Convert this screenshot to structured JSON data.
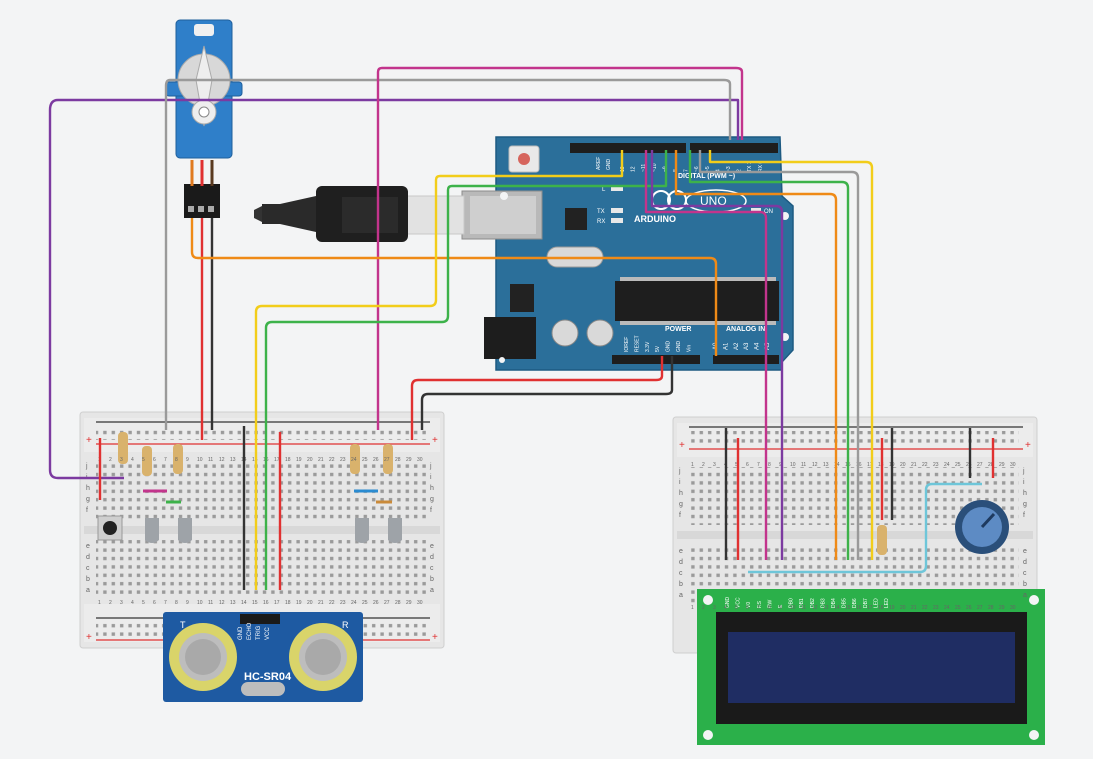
{
  "arduino": {
    "brand": "ARDUINO",
    "model": "UNO",
    "digital_header": "DIGITAL (PWM ~)",
    "power_header": "POWER",
    "analog_header": "ANALOG IN",
    "on_label": "ON",
    "led_l": "L",
    "led_tx": "TX",
    "led_rx": "RX",
    "aref": "AREF",
    "gnd": "GND",
    "digital_pins": [
      "13",
      "12",
      "~11",
      "~10",
      "~9",
      "8",
      "7",
      "~6",
      "~5",
      "4",
      "~3",
      "2",
      "TX 1",
      "RX 0"
    ],
    "power_pins": [
      "IOREF",
      "RESET",
      "3.3V",
      "5V",
      "GND",
      "GND",
      "Vin"
    ],
    "analog_pins": [
      "A0",
      "A1",
      "A2",
      "A3",
      "A4",
      "A5"
    ]
  },
  "sensor": {
    "model": "HC-SR04",
    "pins": [
      "VCC",
      "TRIG",
      "ECHO",
      "GND"
    ],
    "t_label": "T",
    "r_label": "R"
  },
  "lcd": {
    "pins": [
      "GND",
      "VCC",
      "V0",
      "RS",
      "RW",
      "E",
      "DB0",
      "DB1",
      "DB2",
      "DB3",
      "DB4",
      "DB5",
      "DB6",
      "DB7",
      "LED",
      "LED"
    ]
  },
  "breadboard": {
    "row_letters_top": [
      "j",
      "i",
      "h",
      "g",
      "f"
    ],
    "row_letters_bottom": [
      "e",
      "d",
      "c",
      "b",
      "a"
    ],
    "column_numbers": [
      "1",
      "2",
      "3",
      "4",
      "5",
      "6",
      "7",
      "8",
      "9",
      "10",
      "11",
      "12",
      "13",
      "14",
      "15",
      "16",
      "17",
      "18",
      "19",
      "20",
      "21",
      "22",
      "23",
      "24",
      "25",
      "26",
      "27",
      "28",
      "29",
      "30"
    ],
    "plus": "+",
    "minus": "-"
  },
  "colors": {
    "board": "#2b6f9a",
    "board_dark": "#1d5a82",
    "wire_red": "#e03131",
    "wire_black": "#333333",
    "wire_orange": "#ef8a17",
    "wire_yellow": "#f2cd1a",
    "wire_green": "#3db24a",
    "wire_magenta": "#c2348c",
    "wire_purple": "#7c3aa0",
    "wire_gray": "#9a9a9a",
    "wire_cyan": "#6ec6d9",
    "breadboard": "#e8e8e8",
    "servo": "#2f7fc9",
    "lcd_screen": "#1f2d63"
  }
}
